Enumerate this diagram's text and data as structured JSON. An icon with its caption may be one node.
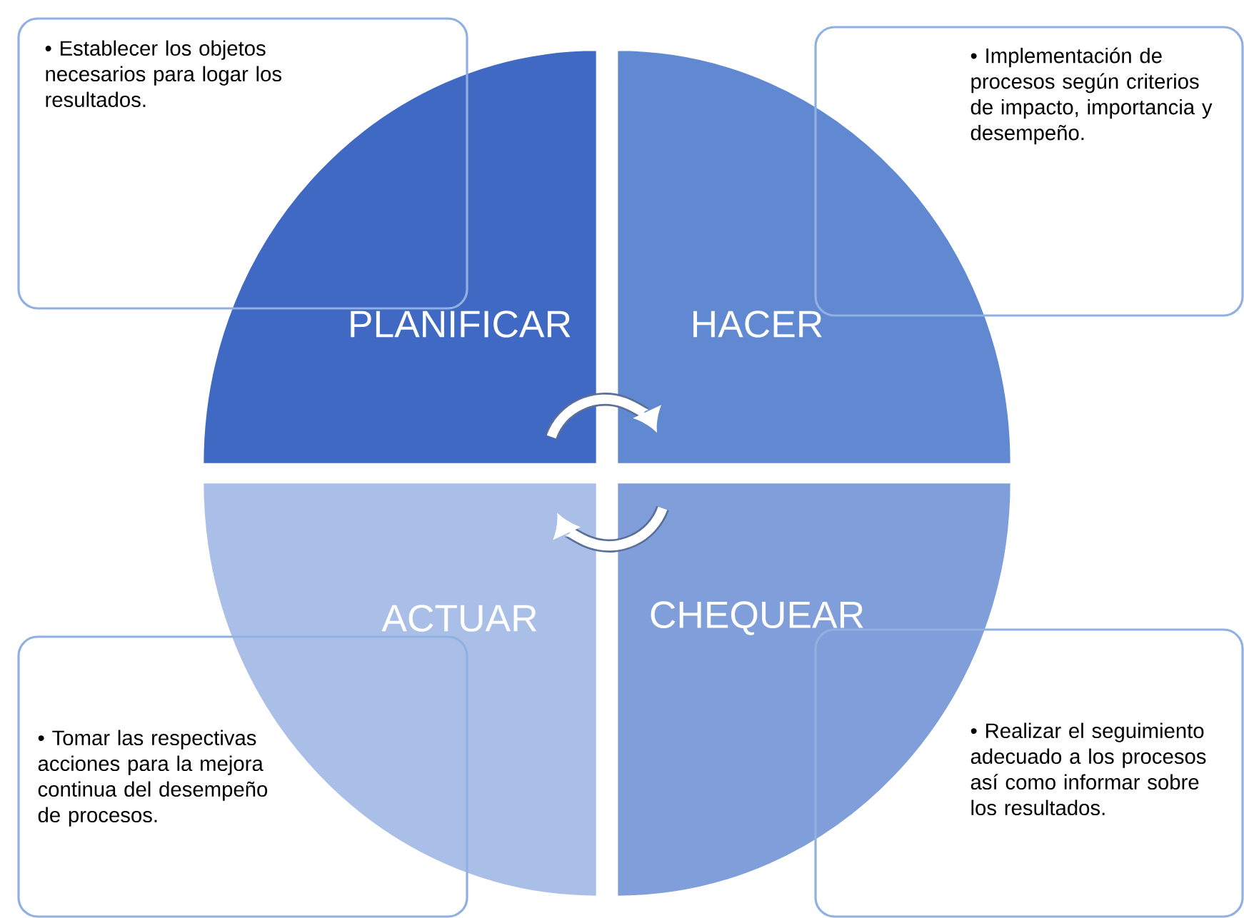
{
  "diagram": {
    "nodes": [
      {
        "text": [
          "• Establecer los objetos necesarios para logar los resultados."
        ]
      },
      {
        "text": [
          "• Implementación de procesos según criterios de impacto, importancia y desempeño."
        ]
      },
      {
        "text": [
          "PLANIFICAR"
        ]
      },
      {
        "text": [
          "HACER"
        ]
      },
      {
        "text": [
          "ACTUAR"
        ]
      },
      {
        "text": [
          "CHEQUEAR"
        ]
      },
      {
        "text": [
          "• Tomar las respectivas acciones para la mejora continua del desempeño de procesos."
        ]
      },
      {
        "text": [
          "• Realizar el seguimiento adecuado a los procesos así como informar sobre los resultados."
        ]
      }
    ],
    "edges": [
      {
        "from": 2,
        "to": 3,
        "arrow": "to"
      },
      {
        "from": 5,
        "to": 4,
        "arrow": "to"
      }
    ]
  }
}
